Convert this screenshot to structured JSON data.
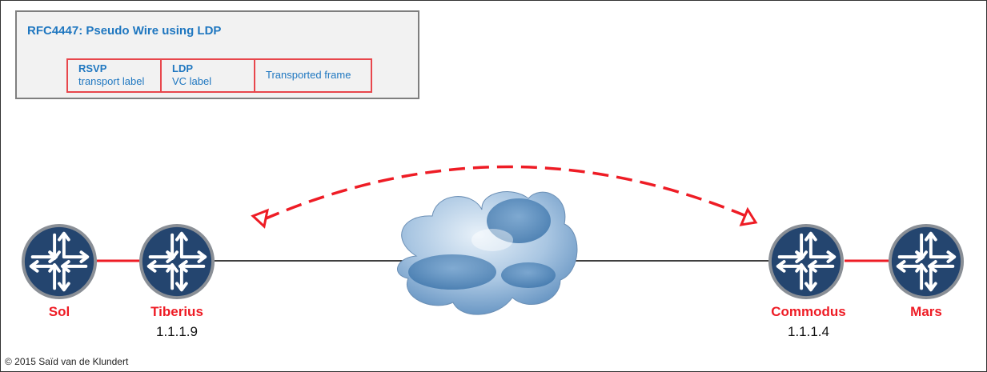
{
  "legend": {
    "title": "RFC4447: Pseudo Wire using LDP",
    "headers": [
      {
        "bold": "RSVP",
        "sub": "transport label"
      },
      {
        "bold": "LDP",
        "sub": "VC label"
      },
      {
        "bold": "",
        "sub": "Transported frame"
      }
    ]
  },
  "nodes": [
    {
      "name": "Sol",
      "ip": ""
    },
    {
      "name": "Tiberius",
      "ip": "1.1.1.9"
    },
    {
      "name": "Commodus",
      "ip": "1.1.1.4"
    },
    {
      "name": "Mars",
      "ip": ""
    }
  ],
  "colors": {
    "router_fill": "#24456f",
    "router_ring": "#8a8f96",
    "link_red": "#ee1c25",
    "title_blue": "#1f77c0"
  },
  "icons": [
    "router-icon",
    "cloud-icon"
  ],
  "copyright": "© 2015 Saïd van de Klundert"
}
